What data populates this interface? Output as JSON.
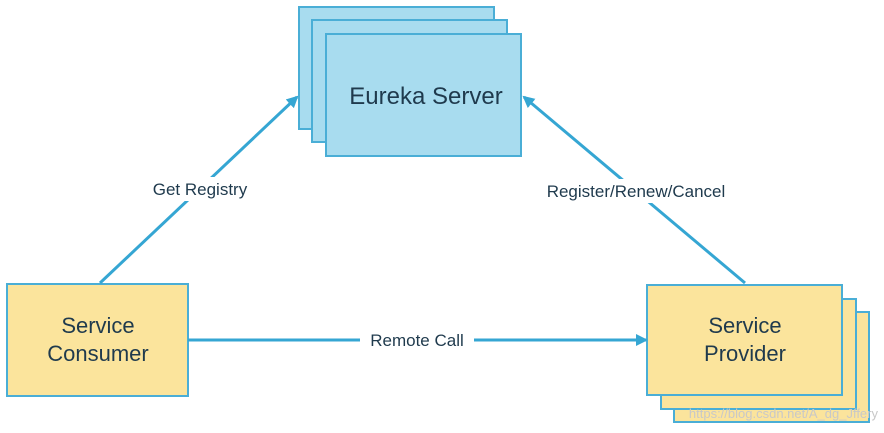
{
  "colors": {
    "server_fill": "#a8dcef",
    "server_stroke": "#4aaed6",
    "service_fill": "#fbe49c",
    "service_stroke": "#4aaed6",
    "arrow": "#35a6d3",
    "text": "#1f3a4d",
    "label_bg": "#ffffff",
    "watermark": "#c8c8c8"
  },
  "nodes": {
    "eureka_server": {
      "label": "Eureka Server"
    },
    "service_consumer": {
      "line1": "Service",
      "line2": "Consumer"
    },
    "service_provider": {
      "line1": "Service",
      "line2": "Provider"
    }
  },
  "edges": {
    "get_registry": {
      "label": "Get Registry"
    },
    "register_renew_cancel": {
      "label": "Register/Renew/Cancel"
    },
    "remote_call": {
      "label": "Remote Call"
    }
  },
  "watermark": {
    "text": "https://blog.csdn.net/A_dg_Jffery"
  }
}
